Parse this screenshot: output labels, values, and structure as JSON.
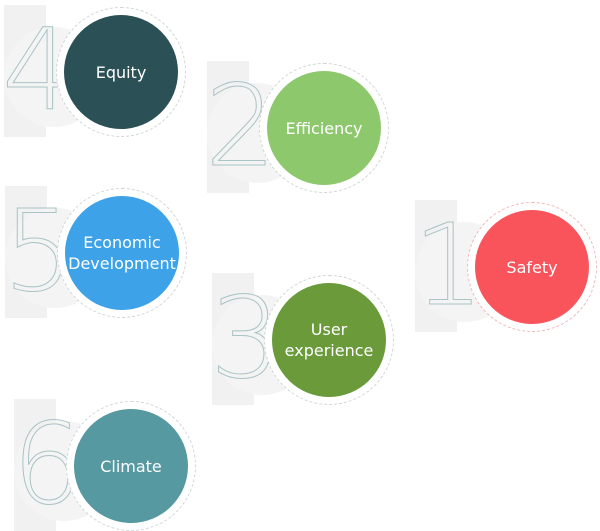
{
  "items": [
    {
      "number": "4",
      "label": "Equity",
      "color": "#2b5157"
    },
    {
      "number": "2",
      "label": "Efficiency",
      "color": "#8ec86d"
    },
    {
      "number": "5",
      "label": "Economic Development",
      "color": "#3da2e8"
    },
    {
      "number": "1",
      "label": "Safety",
      "color": "#f9545b"
    },
    {
      "number": "3",
      "label": "User experience",
      "color": "#6a9a3a"
    },
    {
      "number": "6",
      "label": "Climate",
      "color": "#5699a0"
    }
  ]
}
